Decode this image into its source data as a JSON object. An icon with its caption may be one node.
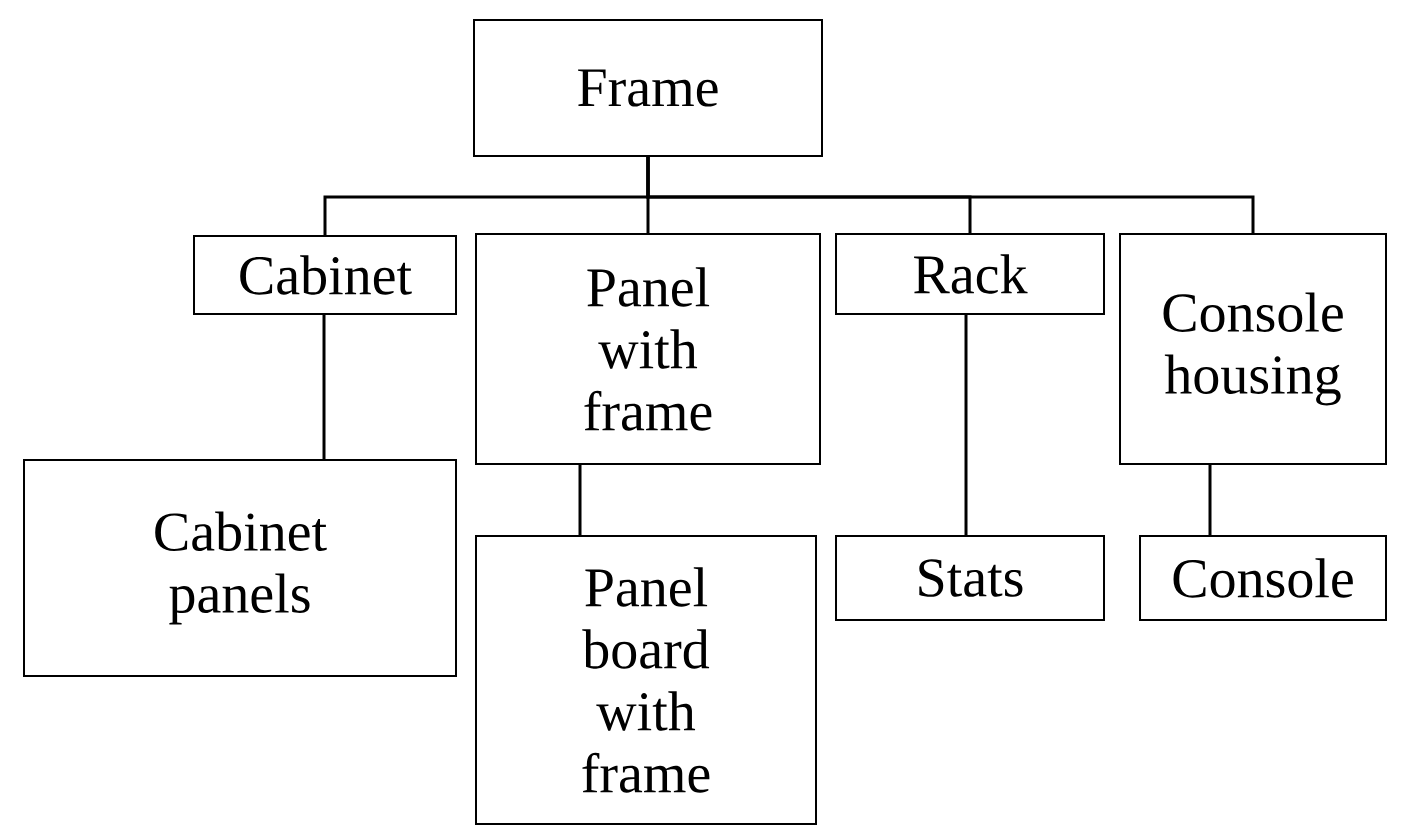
{
  "diagram": {
    "nodes": [
      {
        "text": [
          "Frame"
        ]
      },
      {
        "text": [
          "Cabinet"
        ]
      },
      {
        "text": [
          "Panel with frame"
        ]
      },
      {
        "text": [
          "Rack"
        ]
      },
      {
        "text": [
          "Console housing"
        ]
      },
      {
        "text": [
          "Cabinet panels"
        ]
      },
      {
        "text": [
          "Panel board with frame"
        ]
      },
      {
        "text": [
          "Stats"
        ]
      },
      {
        "text": [
          "Console"
        ]
      }
    ],
    "edges": [
      {
        "from": 0,
        "to": 1,
        "arrow": "none"
      },
      {
        "from": 0,
        "to": 2,
        "arrow": "none"
      },
      {
        "from": 0,
        "to": 3,
        "arrow": "none"
      },
      {
        "from": 0,
        "to": 4,
        "arrow": "none"
      },
      {
        "from": 1,
        "to": 5,
        "arrow": "none"
      },
      {
        "from": 2,
        "to": 6,
        "arrow": "none"
      },
      {
        "from": 3,
        "to": 7,
        "arrow": "none"
      },
      {
        "from": 4,
        "to": 8,
        "arrow": "none"
      }
    ]
  }
}
